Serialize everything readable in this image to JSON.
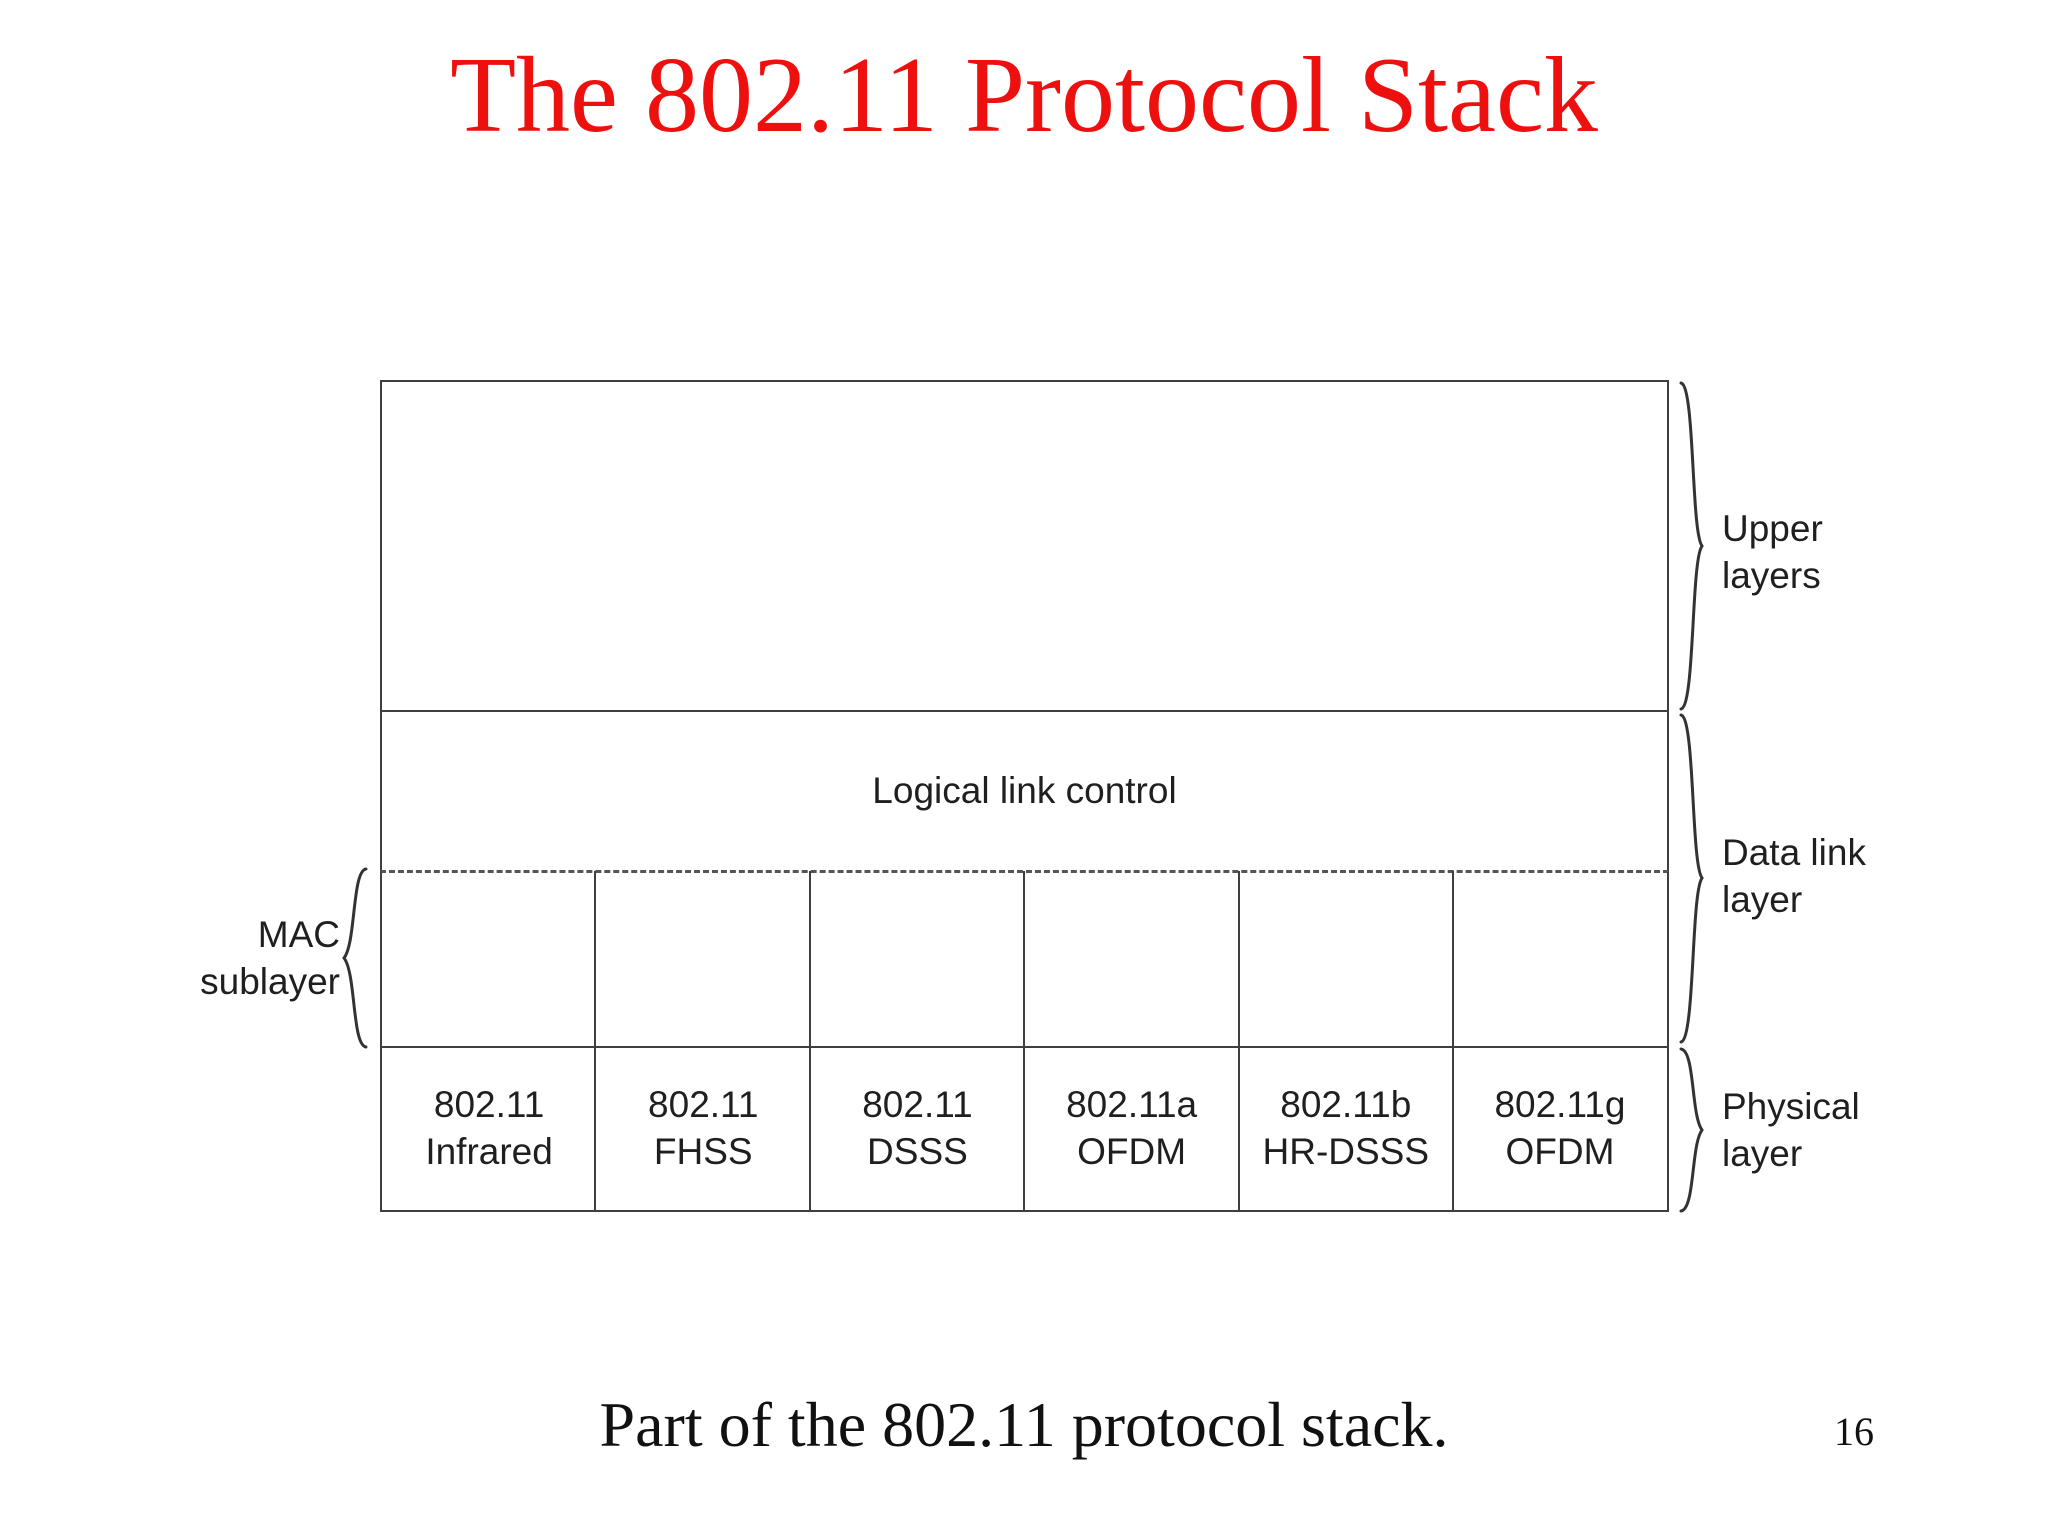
{
  "slide": {
    "title": "The 802.11 Protocol Stack",
    "caption": "Part of the 802.11 protocol stack.",
    "page_number": "16"
  },
  "diagram": {
    "llc_label": "Logical link control",
    "mac_label": "MAC\nsublayer",
    "upper_layers_label": "Upper\nlayers",
    "data_link_label": "Data link\nlayer",
    "physical_label": "Physical\nlayer",
    "physical_cells": [
      {
        "label": "802.11\nInfrared"
      },
      {
        "label": "802.11\nFHSS"
      },
      {
        "label": "802.11\nDSSS"
      },
      {
        "label": "802.11a\nOFDM"
      },
      {
        "label": "802.11b\nHR-DSSS"
      },
      {
        "label": "802.11g\nOFDM"
      }
    ],
    "colors": {
      "title_red": "#ee0f0f",
      "line": "#3e3e3e",
      "text": "#1f1f1f"
    }
  }
}
